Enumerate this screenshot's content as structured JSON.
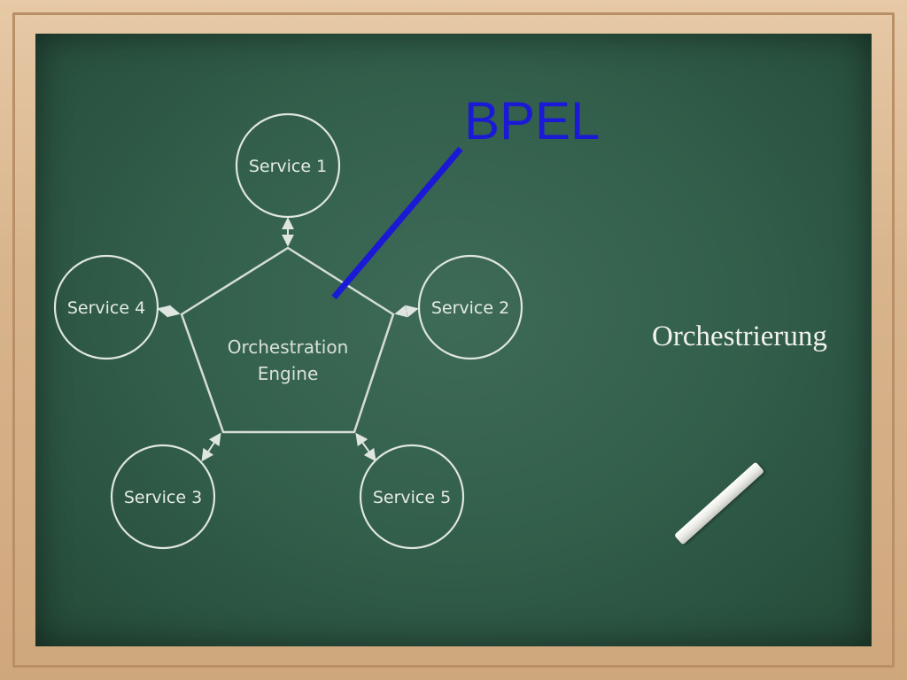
{
  "annotation": {
    "label": "BPEL",
    "color": "#1a1ad6"
  },
  "engine": {
    "line1": "Orchestration",
    "line2": "Engine"
  },
  "services": [
    {
      "label": "Service 1"
    },
    {
      "label": "Service 2"
    },
    {
      "label": "Service 3"
    },
    {
      "label": "Service 4"
    },
    {
      "label": "Service 5"
    }
  ],
  "caption": "Orchestrierung",
  "colors": {
    "board": "#33604c",
    "frame": "#d8b48c",
    "chalk": "#e6ebe7"
  }
}
